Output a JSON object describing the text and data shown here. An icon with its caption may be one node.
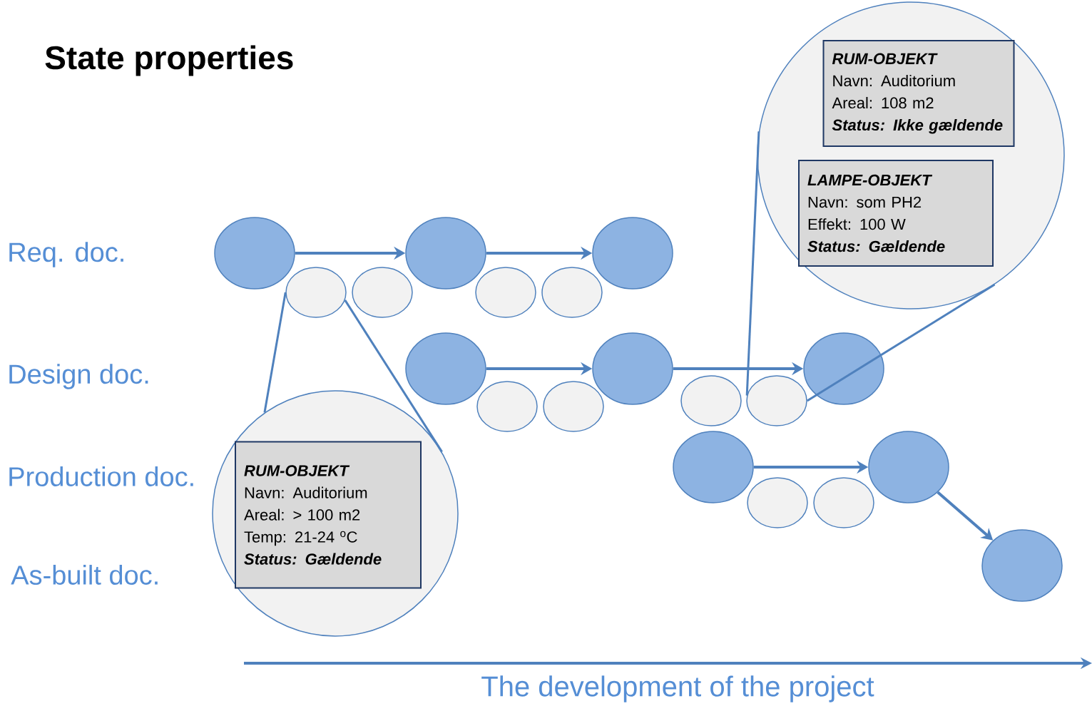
{
  "diagram": {
    "title": "State properties",
    "nodes": [
      {
        "text": [],
        "shape": "ellipse"
      },
      {
        "text": [],
        "shape": "ellipse"
      },
      {
        "text": [],
        "shape": "ellipse"
      },
      {
        "text": [],
        "shape": "ellipse"
      },
      {
        "text": [],
        "shape": "ellipse"
      },
      {
        "text": [],
        "shape": "ellipse"
      },
      {
        "text": [],
        "shape": "ellipse"
      },
      {
        "text": [],
        "shape": "ellipse"
      },
      {
        "text": [],
        "shape": "ellipse"
      },
      {
        "text": [],
        "shape": "ellipse"
      },
      {
        "text": [],
        "shape": "ellipse"
      },
      {
        "text": [],
        "shape": "ellipse"
      },
      {
        "text": [],
        "shape": "ellipse"
      },
      {
        "text": [],
        "shape": "ellipse"
      },
      {
        "text": [],
        "shape": "ellipse"
      },
      {
        "text": [],
        "shape": "ellipse"
      },
      {
        "text": [],
        "shape": "ellipse"
      },
      {
        "text": [],
        "shape": "ellipse"
      },
      {
        "text": [],
        "shape": "ellipse"
      },
      {
        "text": [],
        "shape": "circle"
      },
      {
        "text": [
          "RUM-OBJEKT",
          "Navn: Auditorium",
          "Areal: > 100 m2",
          "Temp: 21-24 $^{o}$C",
          "Status: Gældende"
        ],
        "in": 19
      },
      {
        "text": [],
        "shape": "circle"
      },
      {
        "text": [
          "RUM-OBJEKT",
          "Navn: Auditorium",
          "Areal: 108 m2",
          "Status: Ikke gældende"
        ],
        "in": 21
      },
      {
        "text": [
          "LAMPE-OBJEKT",
          "Navn: som PH2",
          "Effekt: 100 W",
          "Status: Gældende"
        ],
        "in": 21
      }
    ],
    "edges": [
      {
        "from": 0,
        "to": 3,
        "arrow": "to"
      },
      {
        "from": 3,
        "to": 6,
        "arrow": "to"
      },
      {
        "from": 7,
        "to": 10,
        "arrow": "to"
      },
      {
        "from": 10,
        "to": 13,
        "arrow": "to"
      },
      {
        "from": 14,
        "to": 17,
        "arrow": "to"
      },
      {
        "from": 17,
        "to": 18,
        "arrow": "to"
      },
      {
        "from": 1,
        "to": 19,
        "arrow": "none"
      },
      {
        "from": 1,
        "to": 19,
        "arrow": "none"
      },
      {
        "from": 12,
        "to": 21,
        "arrow": "none"
      },
      {
        "from": 12,
        "to": 21,
        "arrow": "none"
      }
    ],
    "labels": [
      "Req. doc.",
      "Design doc.",
      "Production doc.",
      "As-built doc.",
      "The development of the project"
    ]
  }
}
